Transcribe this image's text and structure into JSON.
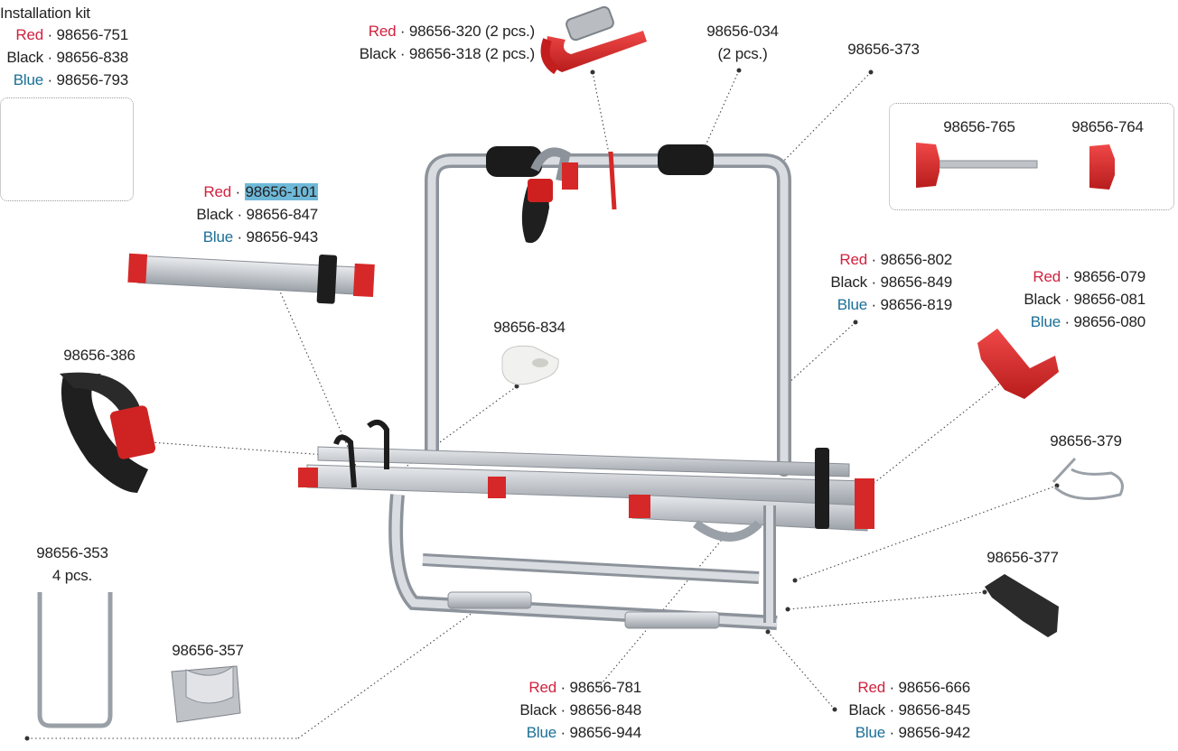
{
  "labels": {
    "kit_title": "Installation kit",
    "kit": {
      "red_word": "Red",
      "red_code": "98656-751",
      "black_word": "Black",
      "black_code": "98656-838",
      "blue_word": "Blue",
      "blue_code": "98656-793"
    },
    "strap": {
      "red_word": "Red",
      "red_code": "98656-320 (2 pcs.)",
      "black_word": "Black",
      "black_code": "98656-318 (2 pcs.)"
    },
    "pads": {
      "code": "98656-034",
      "qty": "(2 pcs.)"
    },
    "frame": {
      "code": "98656-373"
    },
    "knob_long": {
      "code": "98656-765"
    },
    "knob_short": {
      "code": "98656-764"
    },
    "rail": {
      "red_word": "Red",
      "red_code": "98656-101",
      "black_word": "Black",
      "black_code": "98656-847",
      "blue_word": "Blue",
      "blue_code": "98656-943"
    },
    "upright": {
      "red_word": "Red",
      "red_code": "98656-802",
      "black_word": "Black",
      "black_code": "98656-849",
      "blue_word": "Blue",
      "blue_code": "98656-819"
    },
    "holder": {
      "red_word": "Red",
      "red_code": "98656-079",
      "black_word": "Black",
      "black_code": "98656-081",
      "blue_word": "Blue",
      "blue_code": "98656-080"
    },
    "block": {
      "code": "98656-834"
    },
    "wheel_strap": {
      "code": "98656-386"
    },
    "clip": {
      "code": "98656-379"
    },
    "bracket": {
      "code": "98656-377"
    },
    "ubolt": {
      "code": "98656-353",
      "qty": "4 pcs."
    },
    "plate": {
      "code": "98656-357"
    },
    "lower_rail": {
      "red_word": "Red",
      "red_code": "98656-781",
      "black_word": "Black",
      "black_code": "98656-848",
      "blue_word": "Blue",
      "blue_code": "98656-944"
    },
    "end_cap": {
      "red_word": "Red",
      "red_code": "98656-666",
      "black_word": "Black",
      "black_code": "98656-845",
      "blue_word": "Blue",
      "blue_code": "98656-942"
    }
  },
  "colors": {
    "red": "#d0223f",
    "blue": "#1a6f97",
    "black": "#222222",
    "part_red": "#e02b2b",
    "aluminium": "#c9ccd1",
    "highlight": "#6fb9d8"
  }
}
